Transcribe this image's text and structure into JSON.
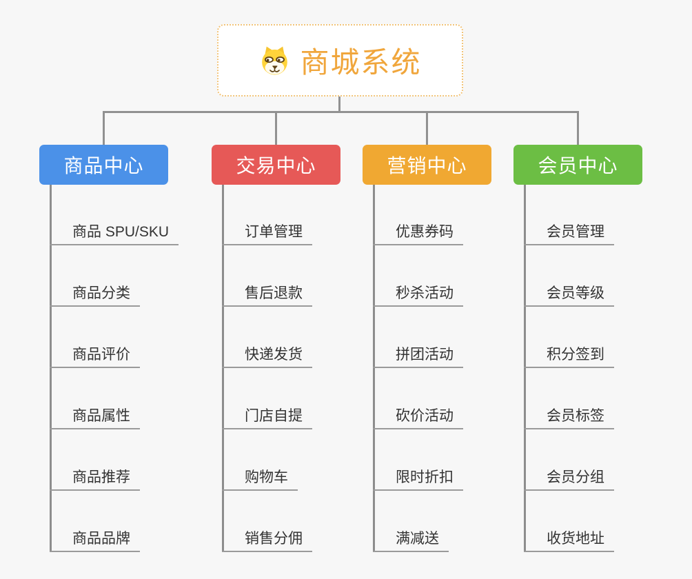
{
  "root": {
    "title": "商城系统",
    "icon": "dog-face-icon",
    "title_color": "#F0A63C",
    "border_color": "#F2C479"
  },
  "line_color": "#919191",
  "branches": [
    {
      "label": "商品中心",
      "color": "#4B91E8",
      "items": [
        "商品 SPU/SKU",
        "商品分类",
        "商品评价",
        "商品属性",
        "商品推荐",
        "商品品牌"
      ]
    },
    {
      "label": "交易中心",
      "color": "#E65957",
      "items": [
        "订单管理",
        "售后退款",
        "快递发货",
        "门店自提",
        "购物车",
        "销售分佣"
      ]
    },
    {
      "label": "营销中心",
      "color": "#F0A832",
      "items": [
        "优惠券码",
        "秒杀活动",
        "拼团活动",
        "砍价活动",
        "限时折扣",
        "满减送"
      ]
    },
    {
      "label": "会员中心",
      "color": "#6CBE44",
      "items": [
        "会员管理",
        "会员等级",
        "积分签到",
        "会员标签",
        "会员分组",
        "收货地址"
      ]
    }
  ]
}
